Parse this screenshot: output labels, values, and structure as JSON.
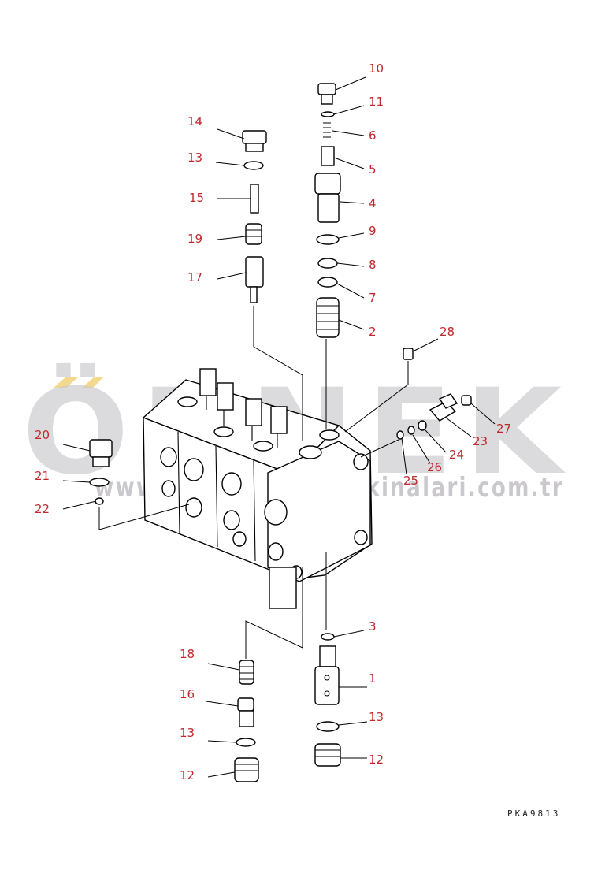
{
  "watermark": {
    "brand": "ÖRNEK",
    "url": "www.orneksanayimakinalari.com.tr"
  },
  "drawing_code": "PKA9813",
  "callouts": [
    {
      "id": "c10",
      "label": "10"
    },
    {
      "id": "c11",
      "label": "11"
    },
    {
      "id": "c6",
      "label": "6"
    },
    {
      "id": "c5",
      "label": "5"
    },
    {
      "id": "c4",
      "label": "4"
    },
    {
      "id": "c9",
      "label": "9"
    },
    {
      "id": "c8",
      "label": "8"
    },
    {
      "id": "c7",
      "label": "7"
    },
    {
      "id": "c2",
      "label": "2"
    },
    {
      "id": "c14",
      "label": "14"
    },
    {
      "id": "c13a",
      "label": "13"
    },
    {
      "id": "c15",
      "label": "15"
    },
    {
      "id": "c19",
      "label": "19"
    },
    {
      "id": "c17",
      "label": "17"
    },
    {
      "id": "c28",
      "label": "28"
    },
    {
      "id": "c27",
      "label": "27"
    },
    {
      "id": "c23",
      "label": "23"
    },
    {
      "id": "c24",
      "label": "24"
    },
    {
      "id": "c26",
      "label": "26"
    },
    {
      "id": "c25",
      "label": "25"
    },
    {
      "id": "c20",
      "label": "20"
    },
    {
      "id": "c21",
      "label": "21"
    },
    {
      "id": "c22",
      "label": "22"
    },
    {
      "id": "c3",
      "label": "3"
    },
    {
      "id": "c1",
      "label": "1"
    },
    {
      "id": "c18",
      "label": "18"
    },
    {
      "id": "c16",
      "label": "16"
    },
    {
      "id": "c13b",
      "label": "13"
    },
    {
      "id": "c13c",
      "label": "13"
    },
    {
      "id": "c12a",
      "label": "12"
    },
    {
      "id": "c12b",
      "label": "12"
    }
  ]
}
